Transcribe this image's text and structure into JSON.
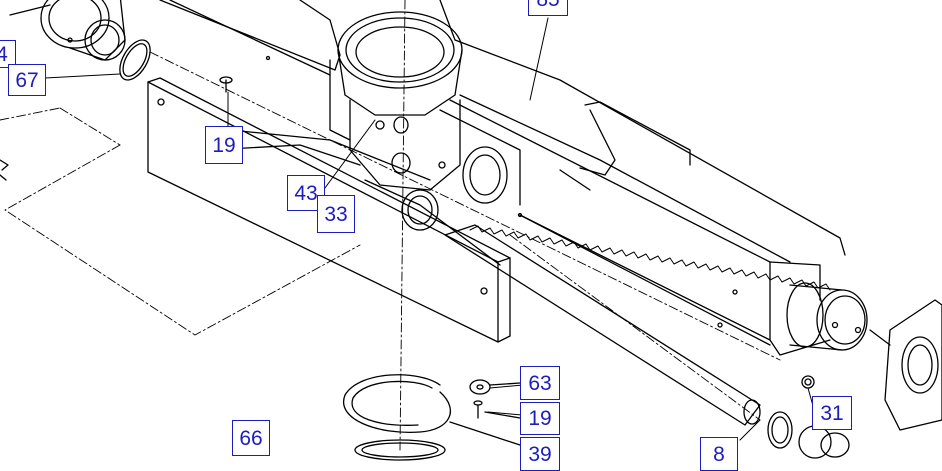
{
  "diagram": {
    "line_color": "#000000",
    "callout_color": "#1d1dbd",
    "callouts": [
      "4",
      "67",
      "19",
      "43",
      "33",
      "63",
      "19",
      "31",
      "66",
      "85",
      "39",
      "8"
    ]
  }
}
